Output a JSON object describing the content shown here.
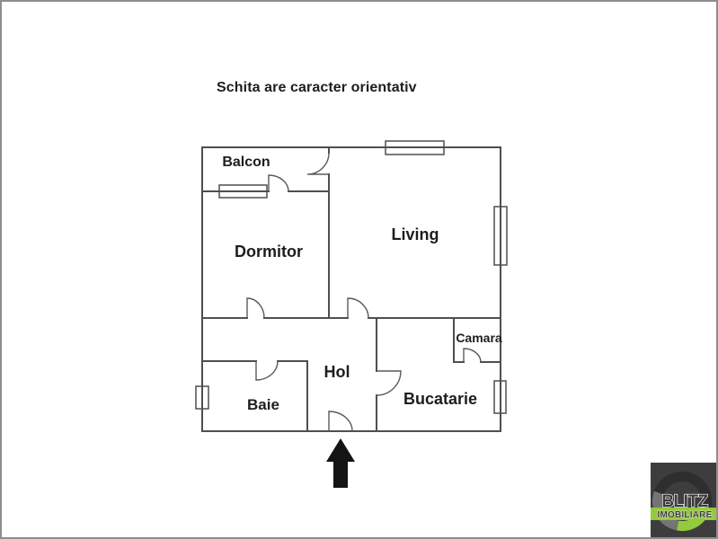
{
  "page": {
    "title": "Schita are caracter orientativ",
    "background": "#ffffff",
    "border_color": "#8e8e8e"
  },
  "plan": {
    "wall_color": "#4f4f4f",
    "rooms": [
      {
        "label": "Balcon"
      },
      {
        "label": "Dormitor"
      },
      {
        "label": "Living"
      },
      {
        "label": "Hol"
      },
      {
        "label": "Baie"
      },
      {
        "label": "Bucatarie"
      },
      {
        "label": "Camara"
      }
    ],
    "entrance_marker": "up-arrow"
  },
  "logo": {
    "brand": "BLITZ",
    "sub": "IMOBILIARE",
    "accent_green": "#95c93e",
    "square_color": "#3d3d3d"
  }
}
